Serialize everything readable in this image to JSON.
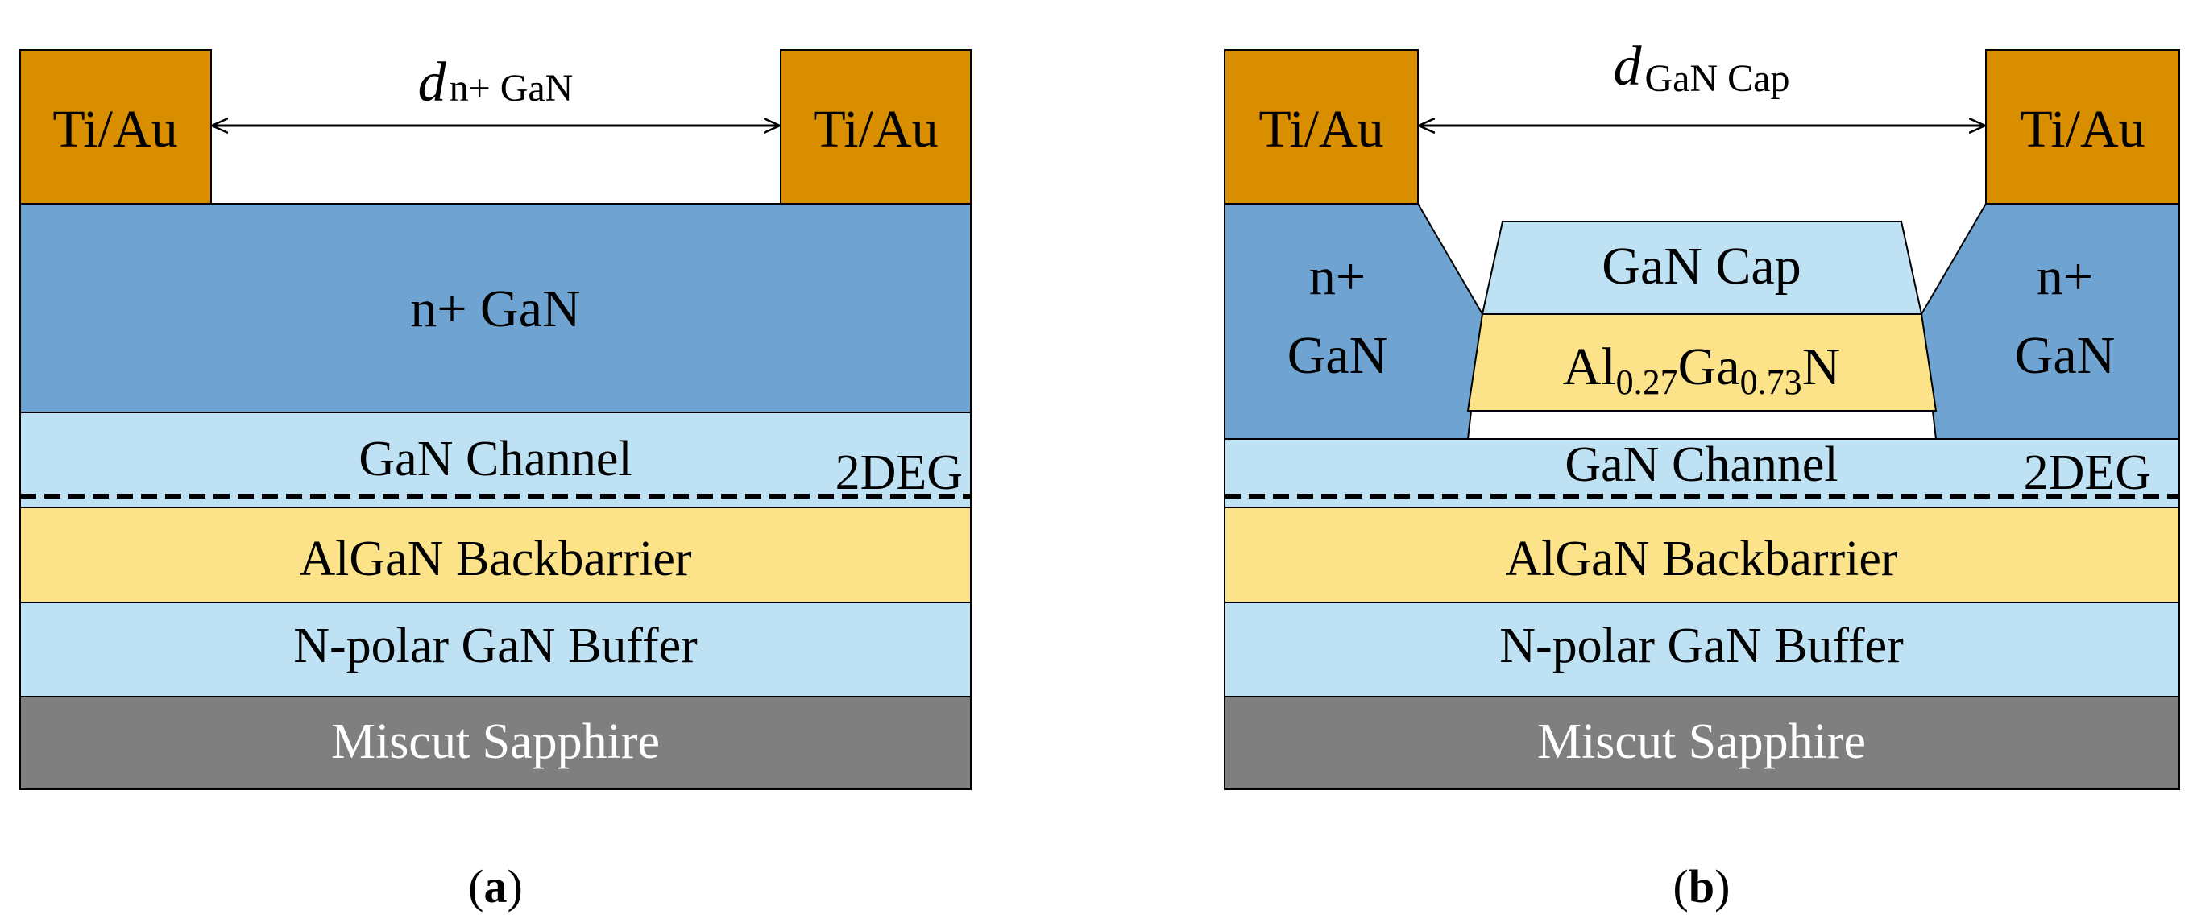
{
  "colors": {
    "contact": "#D98E00",
    "n_plus_gan": "#6FA3D1",
    "gan_light": "#BEE2F4",
    "algan": "#FCE38A",
    "sapphire": "#7F7F7F",
    "outline": "#000000"
  },
  "panel_a": {
    "contact_left": "Ti/Au",
    "contact_right": "Ti/Au",
    "distance_label": {
      "main": "d",
      "sub": "n+ GaN"
    },
    "n_plus_gan": "n+ GaN",
    "gan_channel": "GaN Channel",
    "two_deg": "2DEG",
    "algan_backbarrier": "AlGaN Backbarrier",
    "buffer": "N-polar GaN Buffer",
    "substrate": "Miscut Sapphire",
    "caption": {
      "open": "(",
      "letter": "a",
      "close": ")"
    }
  },
  "panel_b": {
    "contact_left": "Ti/Au",
    "contact_right": "Ti/Au",
    "distance_label": {
      "main": "d",
      "sub": "GaN Cap"
    },
    "n_plus_left": {
      "line1": "n+",
      "line2": "GaN"
    },
    "n_plus_right": {
      "line1": "n+",
      "line2": "GaN"
    },
    "gan_cap": "GaN Cap",
    "algan_barrier": {
      "al": "Al",
      "al_sub": "0.27",
      "ga": "Ga",
      "ga_sub": "0.73",
      "n": "N"
    },
    "gan_channel": "GaN Channel",
    "two_deg": "2DEG",
    "algan_backbarrier": "AlGaN Backbarrier",
    "buffer": "N-polar GaN Buffer",
    "substrate": "Miscut Sapphire",
    "caption": {
      "open": "(",
      "letter": "b",
      "close": ")"
    }
  }
}
